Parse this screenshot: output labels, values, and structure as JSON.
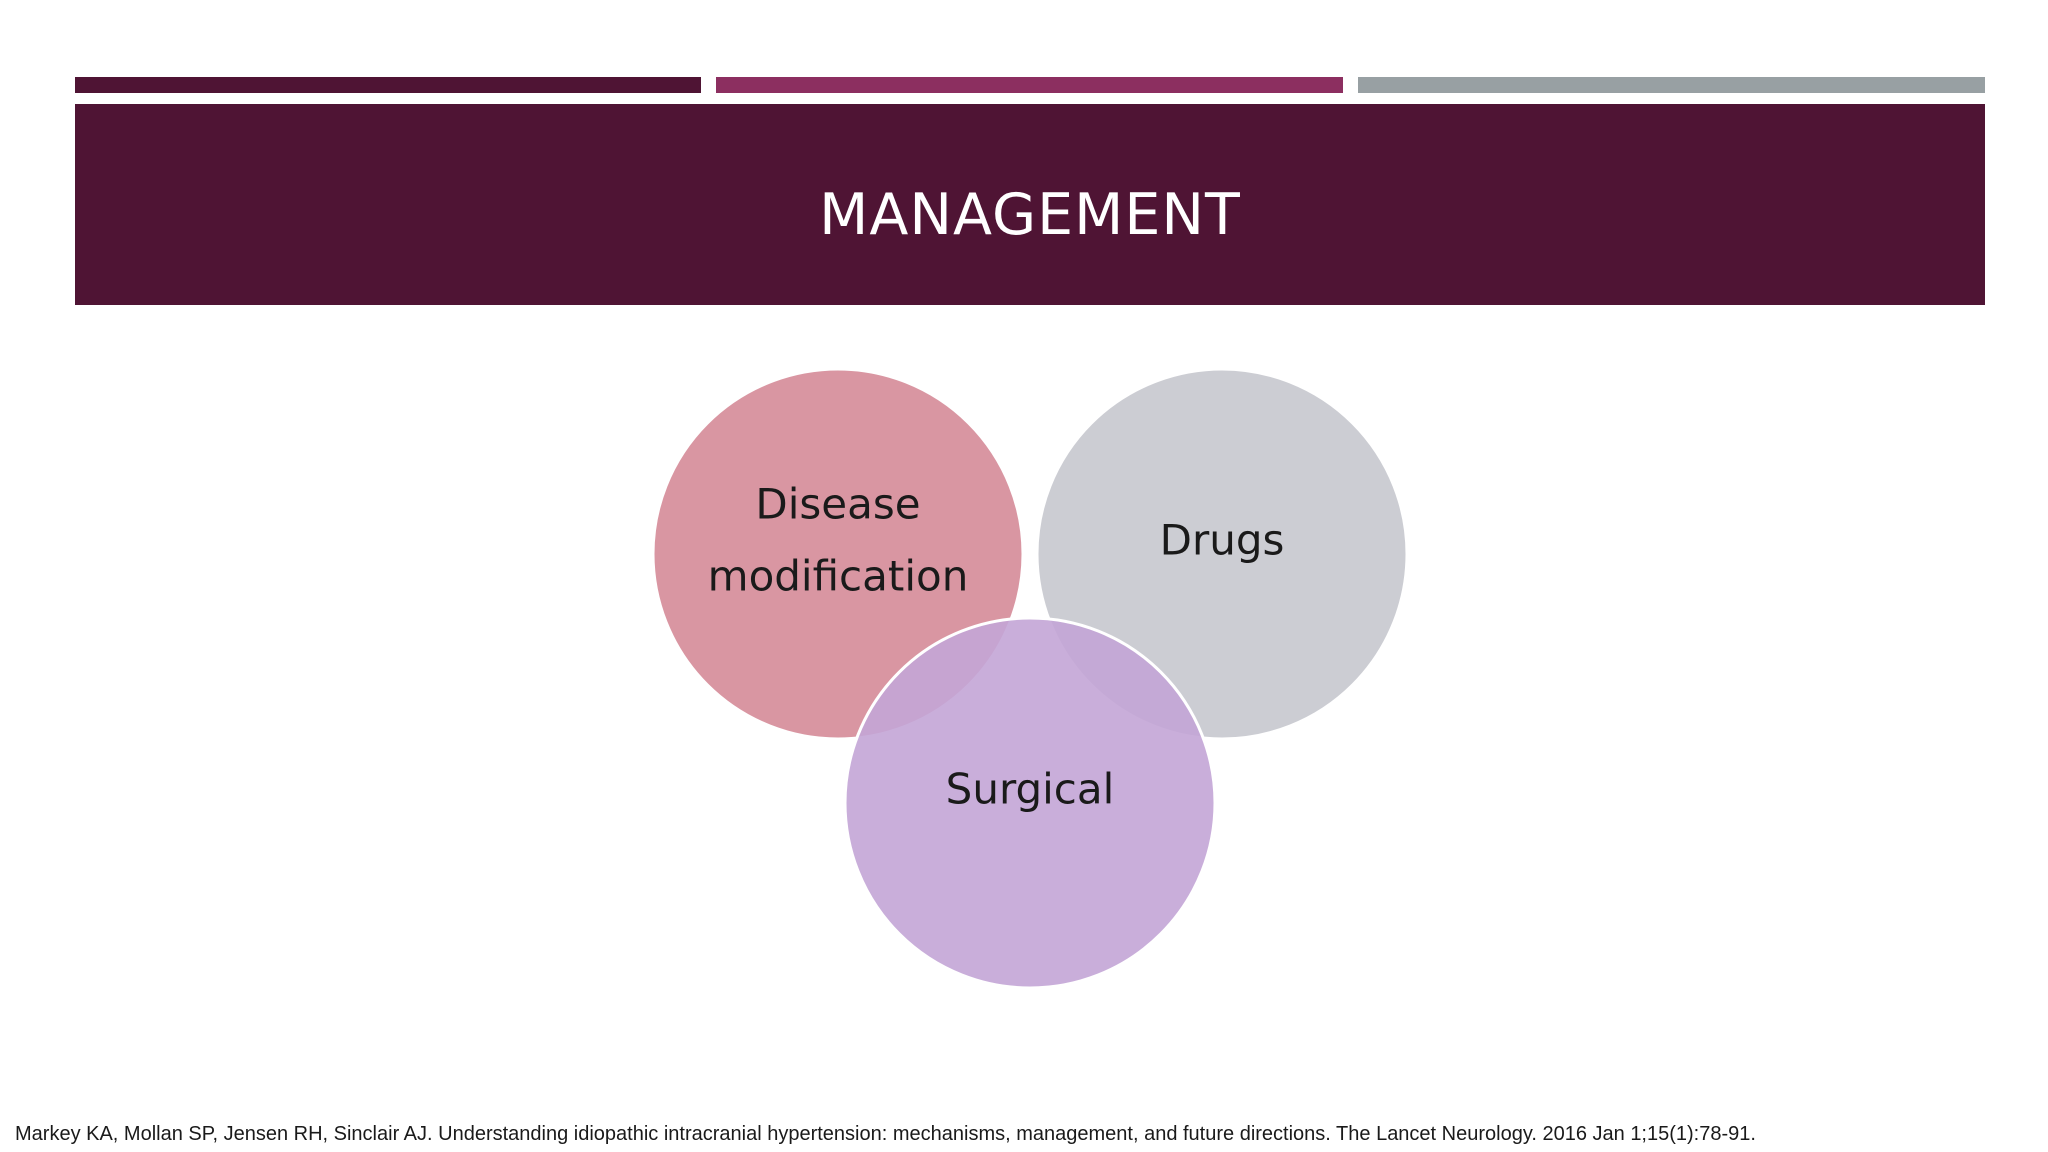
{
  "slide": {
    "title": "MANAGEMENT",
    "citation": "Markey KA, Mollan SP, Jensen RH, Sinclair AJ. Understanding idiopathic intracranial hypertension: mechanisms, management, and future directions. The Lancet Neurology. 2016 Jan 1;15(1):78-91."
  },
  "colors": {
    "bar_1": "#4f1434",
    "bar_2": "#8c2f60",
    "bar_3": "#98a0a3",
    "title_band": "#4f1434",
    "circle_disease": "#d58b98",
    "circle_drugs": "#c6c8ce",
    "circle_surgical": "#c3a5d6",
    "circle_stroke": "#ffffff"
  },
  "diagram": {
    "type": "venn",
    "circles": [
      {
        "id": "disease",
        "label_lines": [
          "Disease",
          "modification"
        ]
      },
      {
        "id": "drugs",
        "label_lines": [
          "Drugs"
        ]
      },
      {
        "id": "surgical",
        "label_lines": [
          "Surgical"
        ]
      }
    ]
  }
}
